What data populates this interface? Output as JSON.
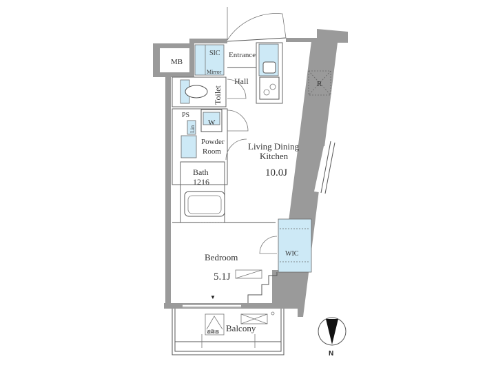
{
  "floor_plan": {
    "rooms": {
      "mb": "MB",
      "sic": "SIC",
      "entrance": "Entrance",
      "mirror": "Mirror",
      "hall": "Hall",
      "toilet": "Toilet",
      "ps": "PS",
      "washer": "W",
      "linen": "Lin",
      "powder_room_1": "Powder",
      "powder_room_2": "Room",
      "bath": "Bath",
      "bath_size": "1216",
      "ldk_1": "Living Dining",
      "ldk_2": "Kitchen",
      "ldk_size": "10.0J",
      "refrigerator": "R",
      "bedroom": "Bedroom",
      "bedroom_size": "5.1J",
      "wic": "WIC",
      "balcony": "Balcony",
      "evacuation_hatch": "避難器"
    },
    "compass": {
      "label": "N"
    },
    "colors": {
      "storage_fill": "#cde9f6",
      "wall": "#9a9a9a"
    }
  }
}
